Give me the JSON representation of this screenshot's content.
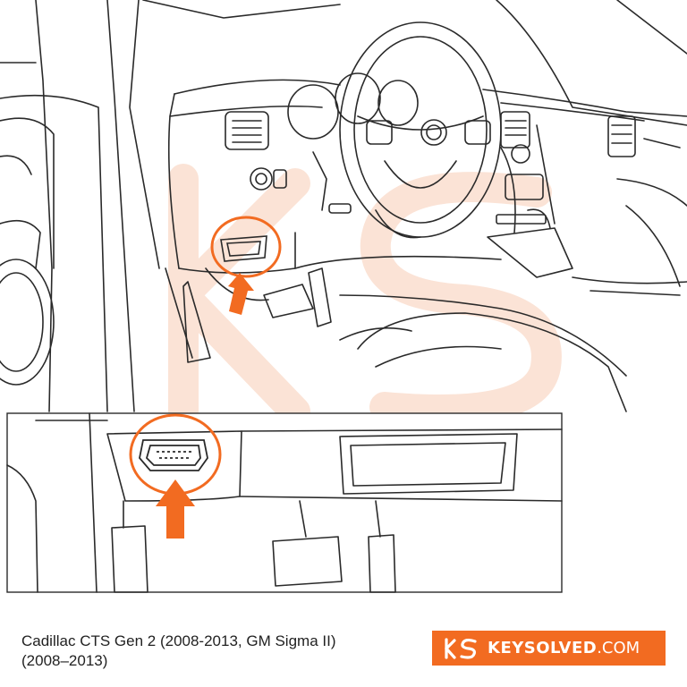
{
  "caption": {
    "line1": "Cadillac CTS Gen 2 (2008-2013, GM Sigma II)",
    "line2": "(2008–2013)"
  },
  "brand": {
    "name": "KEYSOLVED",
    "tld": ".COM",
    "color": "#f26b21"
  },
  "icons": {
    "arrow": "arrow-up-icon",
    "highlight": "obd-port-highlight-circle",
    "watermark": "ks-watermark-logo"
  },
  "colors": {
    "accent": "#f26b21",
    "line": "#2a2a2a",
    "watermark": "#fbe3d6"
  }
}
